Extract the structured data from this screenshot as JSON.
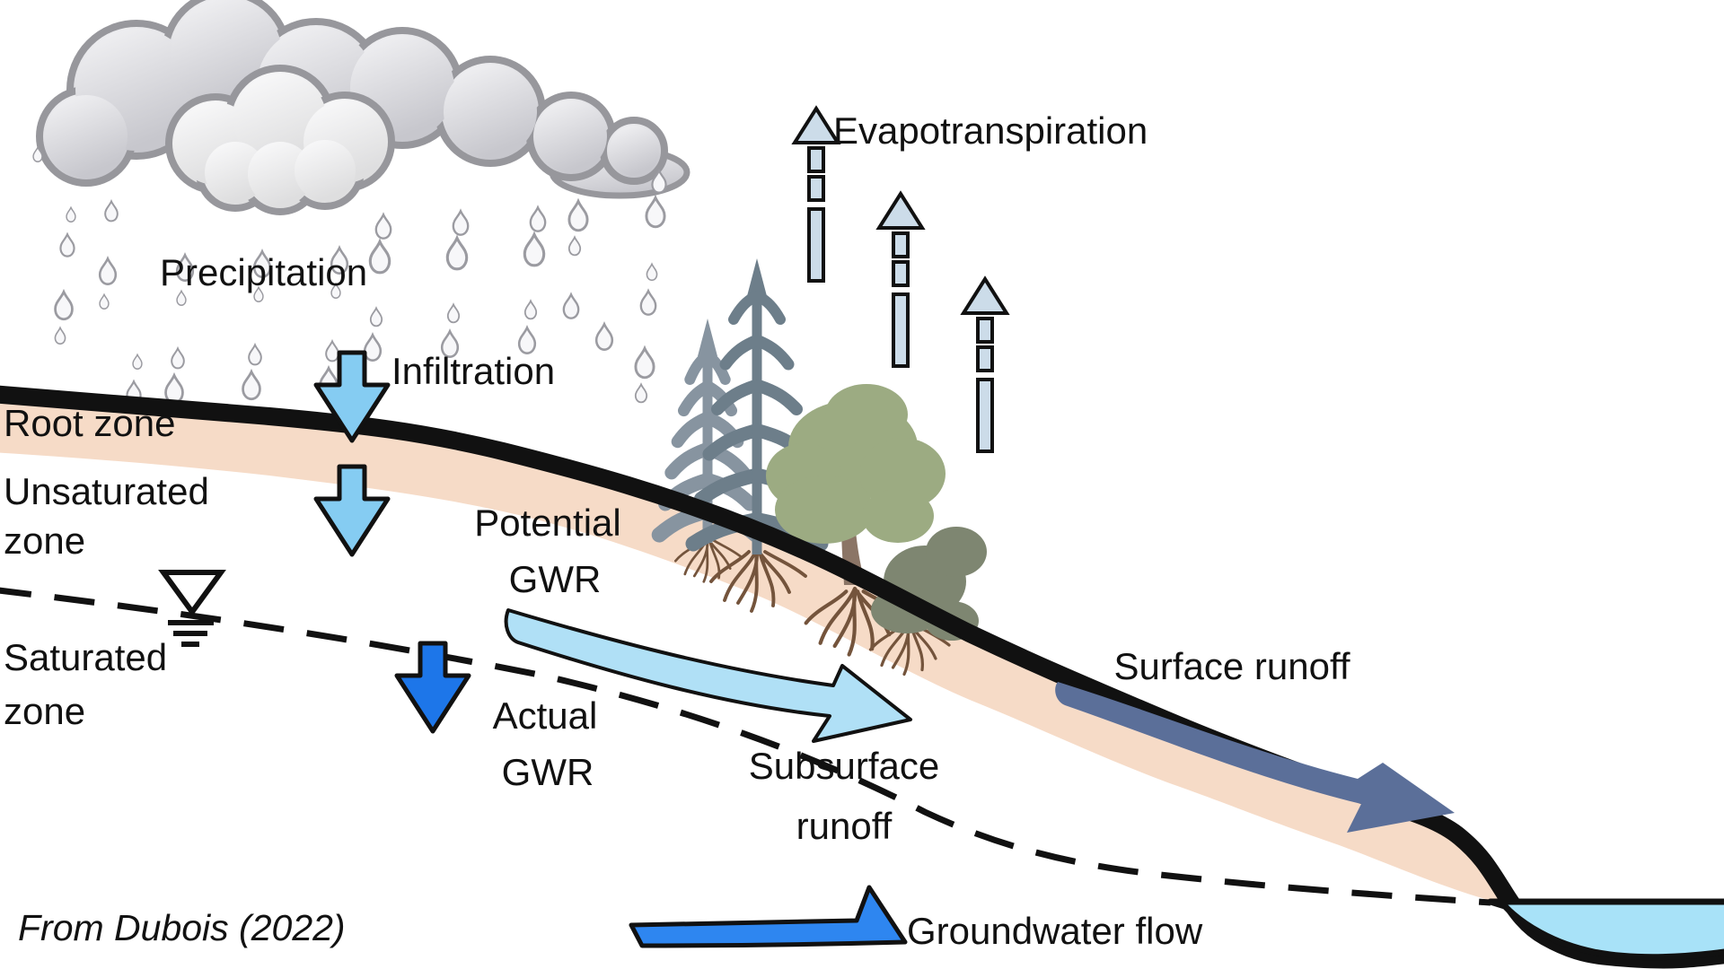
{
  "figure": {
    "credit": "From Dubois (2022)",
    "labels": {
      "precipitation": "Precipitation",
      "evapotranspiration": "Evapotranspiration",
      "infiltration": "Infiltration",
      "root_zone": "Root zone",
      "unsaturated_zone_line1": "Unsaturated",
      "unsaturated_zone_line2": "zone",
      "saturated_zone_line1": "Saturated",
      "saturated_zone_line2": "zone",
      "potential_gwr_line1": "Potential",
      "potential_gwr_line2": "GWR",
      "actual_gwr_line1": "Actual",
      "actual_gwr_line2": "GWR",
      "subsurface_runoff_line1": "Subsurface",
      "subsurface_runoff_line2": "runoff",
      "surface_runoff": "Surface runoff",
      "groundwater_flow": "Groundwater flow"
    },
    "colors": {
      "root_zone_band": "#f6dbc7",
      "surface_line": "#111111",
      "water_table_line": "#111111",
      "infiltration_arrow": "#85ccf2",
      "potential_gwr_arrow": "#85ccf2",
      "actual_gwr_arrow": "#1d76e9",
      "subsurface_runoff_arrow": "#b0e0f6",
      "surface_runoff_arrow": "#5b6f99",
      "groundwater_flow_arrow": "#2e86f0",
      "evapotranspiration_arrow": "#ccdce9",
      "stream_water": "#a8e2f8",
      "cloud_outline": "#97979c",
      "cloud_fill_light": "#f4f4f6",
      "cloud_fill_dark": "#c7c7cd",
      "raindrop_outline": "#9b9ba1",
      "raindrop_fill": "#f7f7f9",
      "conifer_dark": "#6d7e8a",
      "conifer_light": "#8794a0",
      "broadleaf_green": "#9cab82",
      "broadleaf_olive": "#7e8671",
      "trunk_brown": "#8b7566",
      "roots_brown": "#74543c"
    }
  }
}
